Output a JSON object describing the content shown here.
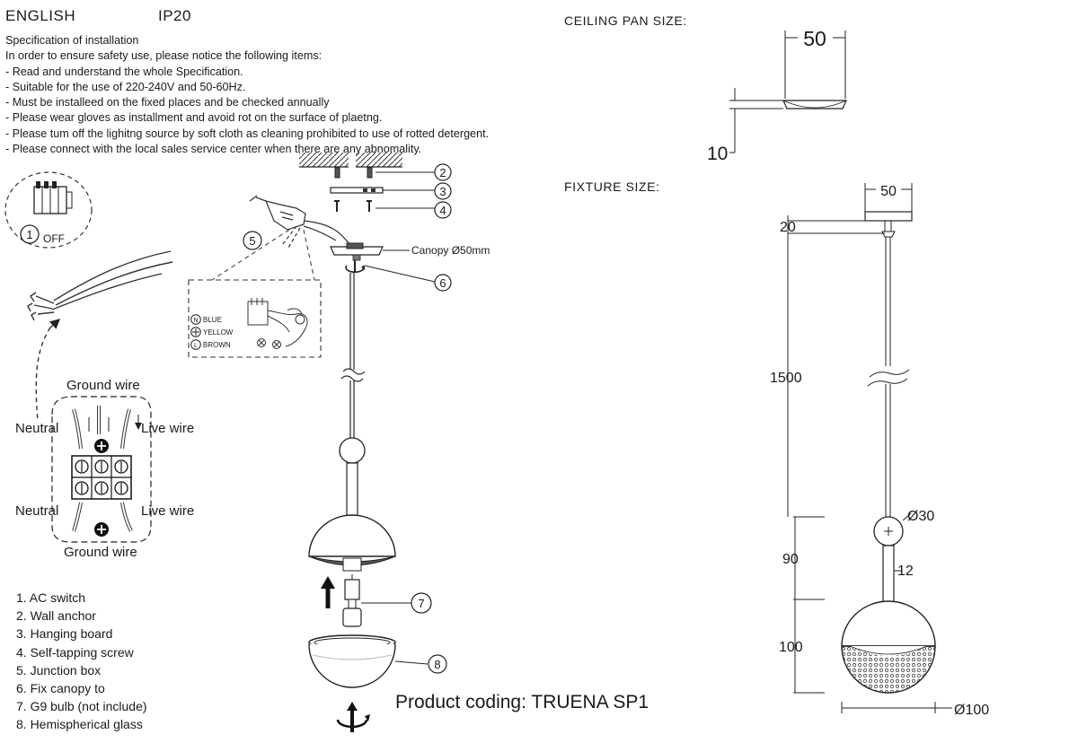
{
  "header": {
    "language": "ENGLISH",
    "rating": "IP20"
  },
  "spec": {
    "title": "Specification of installation",
    "intro": "In order to ensure safety use, please notice the following items:",
    "items": [
      "- Read and understand the whole Specification.",
      "- Suitable for the use of 220-240V and 50-60Hz.",
      "- Must be installeed on the fixed places and be checked annually",
      "- Please wear gloves as installment and avoid rot on the surface of plaetng.",
      "- Please tum off the lighitng source by soft cloth as cleaning prohibited to use of rotted detergent.",
      "- Please connect with the local sales service center when there are any abnomality."
    ]
  },
  "switch": {
    "number": "1",
    "label": "OFF"
  },
  "wiring": {
    "ground_top": "Ground wire",
    "neutral_top": "Neutral",
    "live_top": "Live wire",
    "neutral_bottom": "Neutral",
    "live_bottom": "Live wire",
    "ground_bottom": "Ground wire"
  },
  "junction_inset": {
    "n_symbol": "N",
    "n_label": "BLUE",
    "g_label": "YELLOW",
    "l_symbol": "L",
    "l_label": "BROWN"
  },
  "callouts": [
    "2",
    "3",
    "4",
    "5",
    "6",
    "7",
    "8"
  ],
  "canopy_label": "Canopy Ø50mm",
  "legend": [
    "1. AC switch",
    "2. Wall anchor",
    "3. Hanging board",
    "4. Self-tapping screw",
    "5. Junction box",
    "6. Fix canopy to",
    "7. G9 bulb (not include)",
    "8. Hemispherical glass"
  ],
  "product_coding": "Product coding: TRUENA SP1",
  "ceiling_pan": {
    "title": "CEILING PAN  SIZE:",
    "width": "50",
    "height": "10"
  },
  "fixture": {
    "title": "FIXTURE SIZE:",
    "canopy_width": "50",
    "canopy_height": "20",
    "cable_length": "1500",
    "ball": "Ø30",
    "stem_width": "12",
    "stem_length": "90",
    "shade_height": "100",
    "shade_diameter": "Ø100"
  }
}
